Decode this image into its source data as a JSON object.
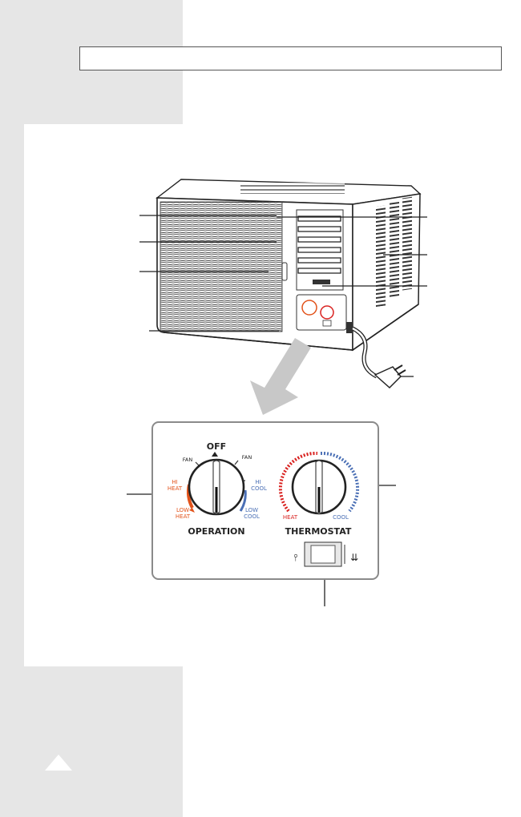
{
  "page": {
    "title_box_text": ""
  },
  "panel": {
    "off_label": "OFF",
    "fan_left_label": "FAN",
    "fan_right_label": "FAN",
    "hi_heat_line1": "HI",
    "hi_heat_line2": "HEAT",
    "low_heat_line1": "LOW",
    "low_heat_line2": "HEAT",
    "hi_cool_line1": "HI",
    "hi_cool_line2": "COOL",
    "low_cool_line1": "LOW",
    "low_cool_line2": "COOL",
    "operation_label": "OPERATION",
    "thermostat_label": "THERMOSTAT",
    "heat_label": "HEAT",
    "cool_label": "COOL",
    "switch_left_symbol": "⫯",
    "switch_right_symbol": "⇊"
  },
  "colors": {
    "heat": "#d9211f",
    "cool": "#4a6fb5",
    "heat_orange": "#e2531b",
    "sidebar": "#e6e6e6"
  },
  "icons": [
    "power-plug-icon",
    "fan-symbol-icon",
    "vent-symbol-icon",
    "page-up-arrow-icon"
  ]
}
